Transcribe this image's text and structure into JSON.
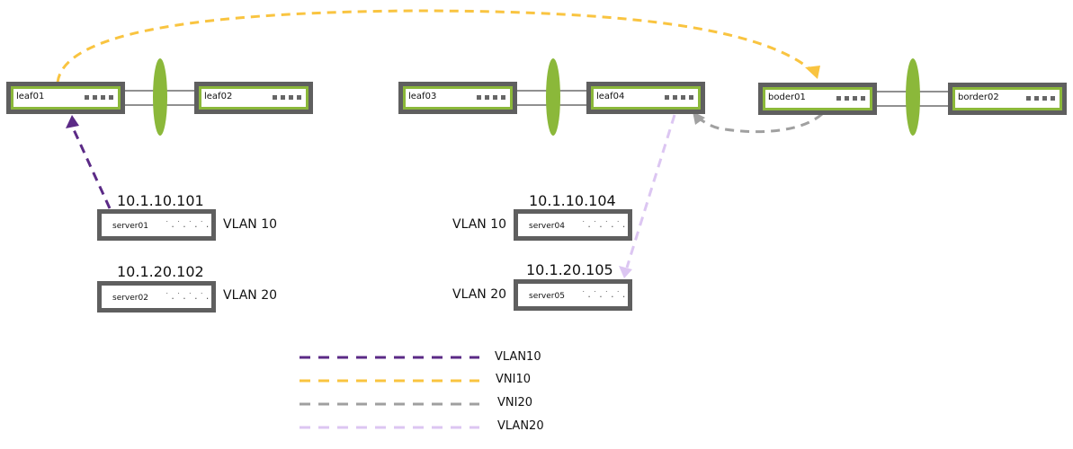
{
  "switches": [
    {
      "id": "leaf01",
      "label": "leaf01"
    },
    {
      "id": "leaf02",
      "label": "leaf02"
    },
    {
      "id": "leaf03",
      "label": "leaf03"
    },
    {
      "id": "leaf04",
      "label": "leaf04"
    },
    {
      "id": "boder01",
      "label": "boder01"
    },
    {
      "id": "border02",
      "label": "border02"
    }
  ],
  "servers": [
    {
      "id": "server01",
      "label": "server01",
      "ip": "10.1.10.101",
      "vlan": "VLAN 10"
    },
    {
      "id": "server02",
      "label": "server02",
      "ip": "10.1.20.102",
      "vlan": "VLAN 20"
    },
    {
      "id": "server04",
      "label": "server04",
      "ip": "10.1.10.104",
      "vlan": "VLAN 10"
    },
    {
      "id": "server05",
      "label": "server05",
      "ip": "10.1.20.105",
      "vlan": "VLAN 20"
    }
  ],
  "server_port_glyph": "˙.˙.˙.˙.˙",
  "legend": [
    {
      "label": "VLAN10",
      "color": "#5b2a86"
    },
    {
      "label": "VNI10",
      "color": "#f9c440"
    },
    {
      "label": "VNI20",
      "color": "#a0a0a0"
    },
    {
      "label": "VLAN20",
      "color": "#dcc6f2"
    }
  ],
  "colors": {
    "mlag_bond": "#8bb83a",
    "switch_border": "#5f5f5f",
    "switch_inner_border": "#8bb83a"
  },
  "flows": [
    {
      "name": "VLAN10",
      "from": "server01",
      "to": "leaf01",
      "color": "#5b2a86"
    },
    {
      "name": "VNI10",
      "from": "leaf01",
      "to": "boder01",
      "color": "#f9c440"
    },
    {
      "name": "VNI20",
      "from": "boder01",
      "to": "leaf04",
      "color": "#a0a0a0"
    },
    {
      "name": "VLAN20",
      "from": "leaf04",
      "to": "server05",
      "color": "#dcc6f2"
    }
  ]
}
